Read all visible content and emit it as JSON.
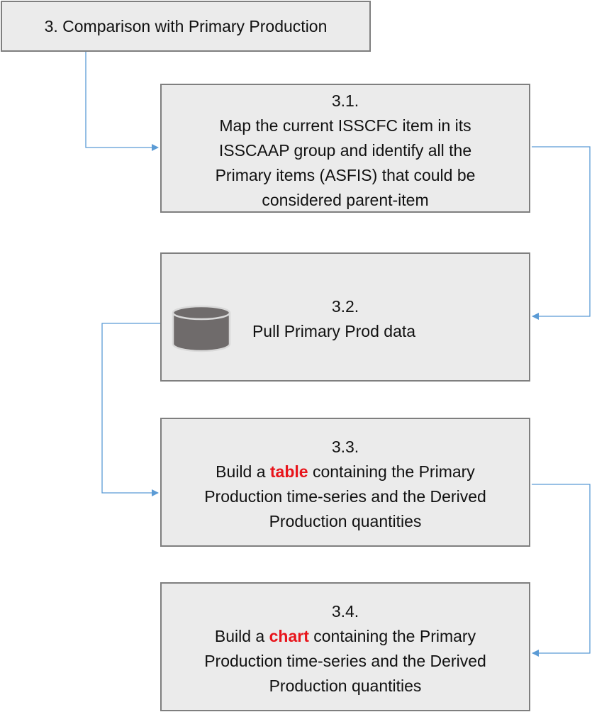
{
  "title": "3. Comparison with Primary Production",
  "steps": [
    {
      "number": "3.1.",
      "lines": [
        "Map the current ISSCFC item in its",
        "ISSCAAP group and identify all the",
        "Primary items (ASFIS) that could be",
        "considered parent-item"
      ]
    },
    {
      "number": "3.2.",
      "lines": [
        "Pull Primary Prod data"
      ],
      "icon": "database-icon"
    },
    {
      "number": "3.3.",
      "line1_prefix": "Build a ",
      "line1_highlight": "table",
      "line1_suffix": " containing the Primary",
      "lines": [
        "Production time-series and the Derived",
        "Production quantities"
      ]
    },
    {
      "number": "3.4.",
      "line1_prefix": "Build a ",
      "line1_highlight": "chart",
      "line1_suffix": " containing the Primary",
      "lines": [
        "Production time-series and the Derived",
        "Production quantities"
      ]
    }
  ],
  "colors": {
    "box_fill": "#ebebeb",
    "box_border": "#7f7f7f",
    "connector": "#5b9bd5",
    "highlight": "#e8141b",
    "database_fill": "#6f6b6b"
  }
}
